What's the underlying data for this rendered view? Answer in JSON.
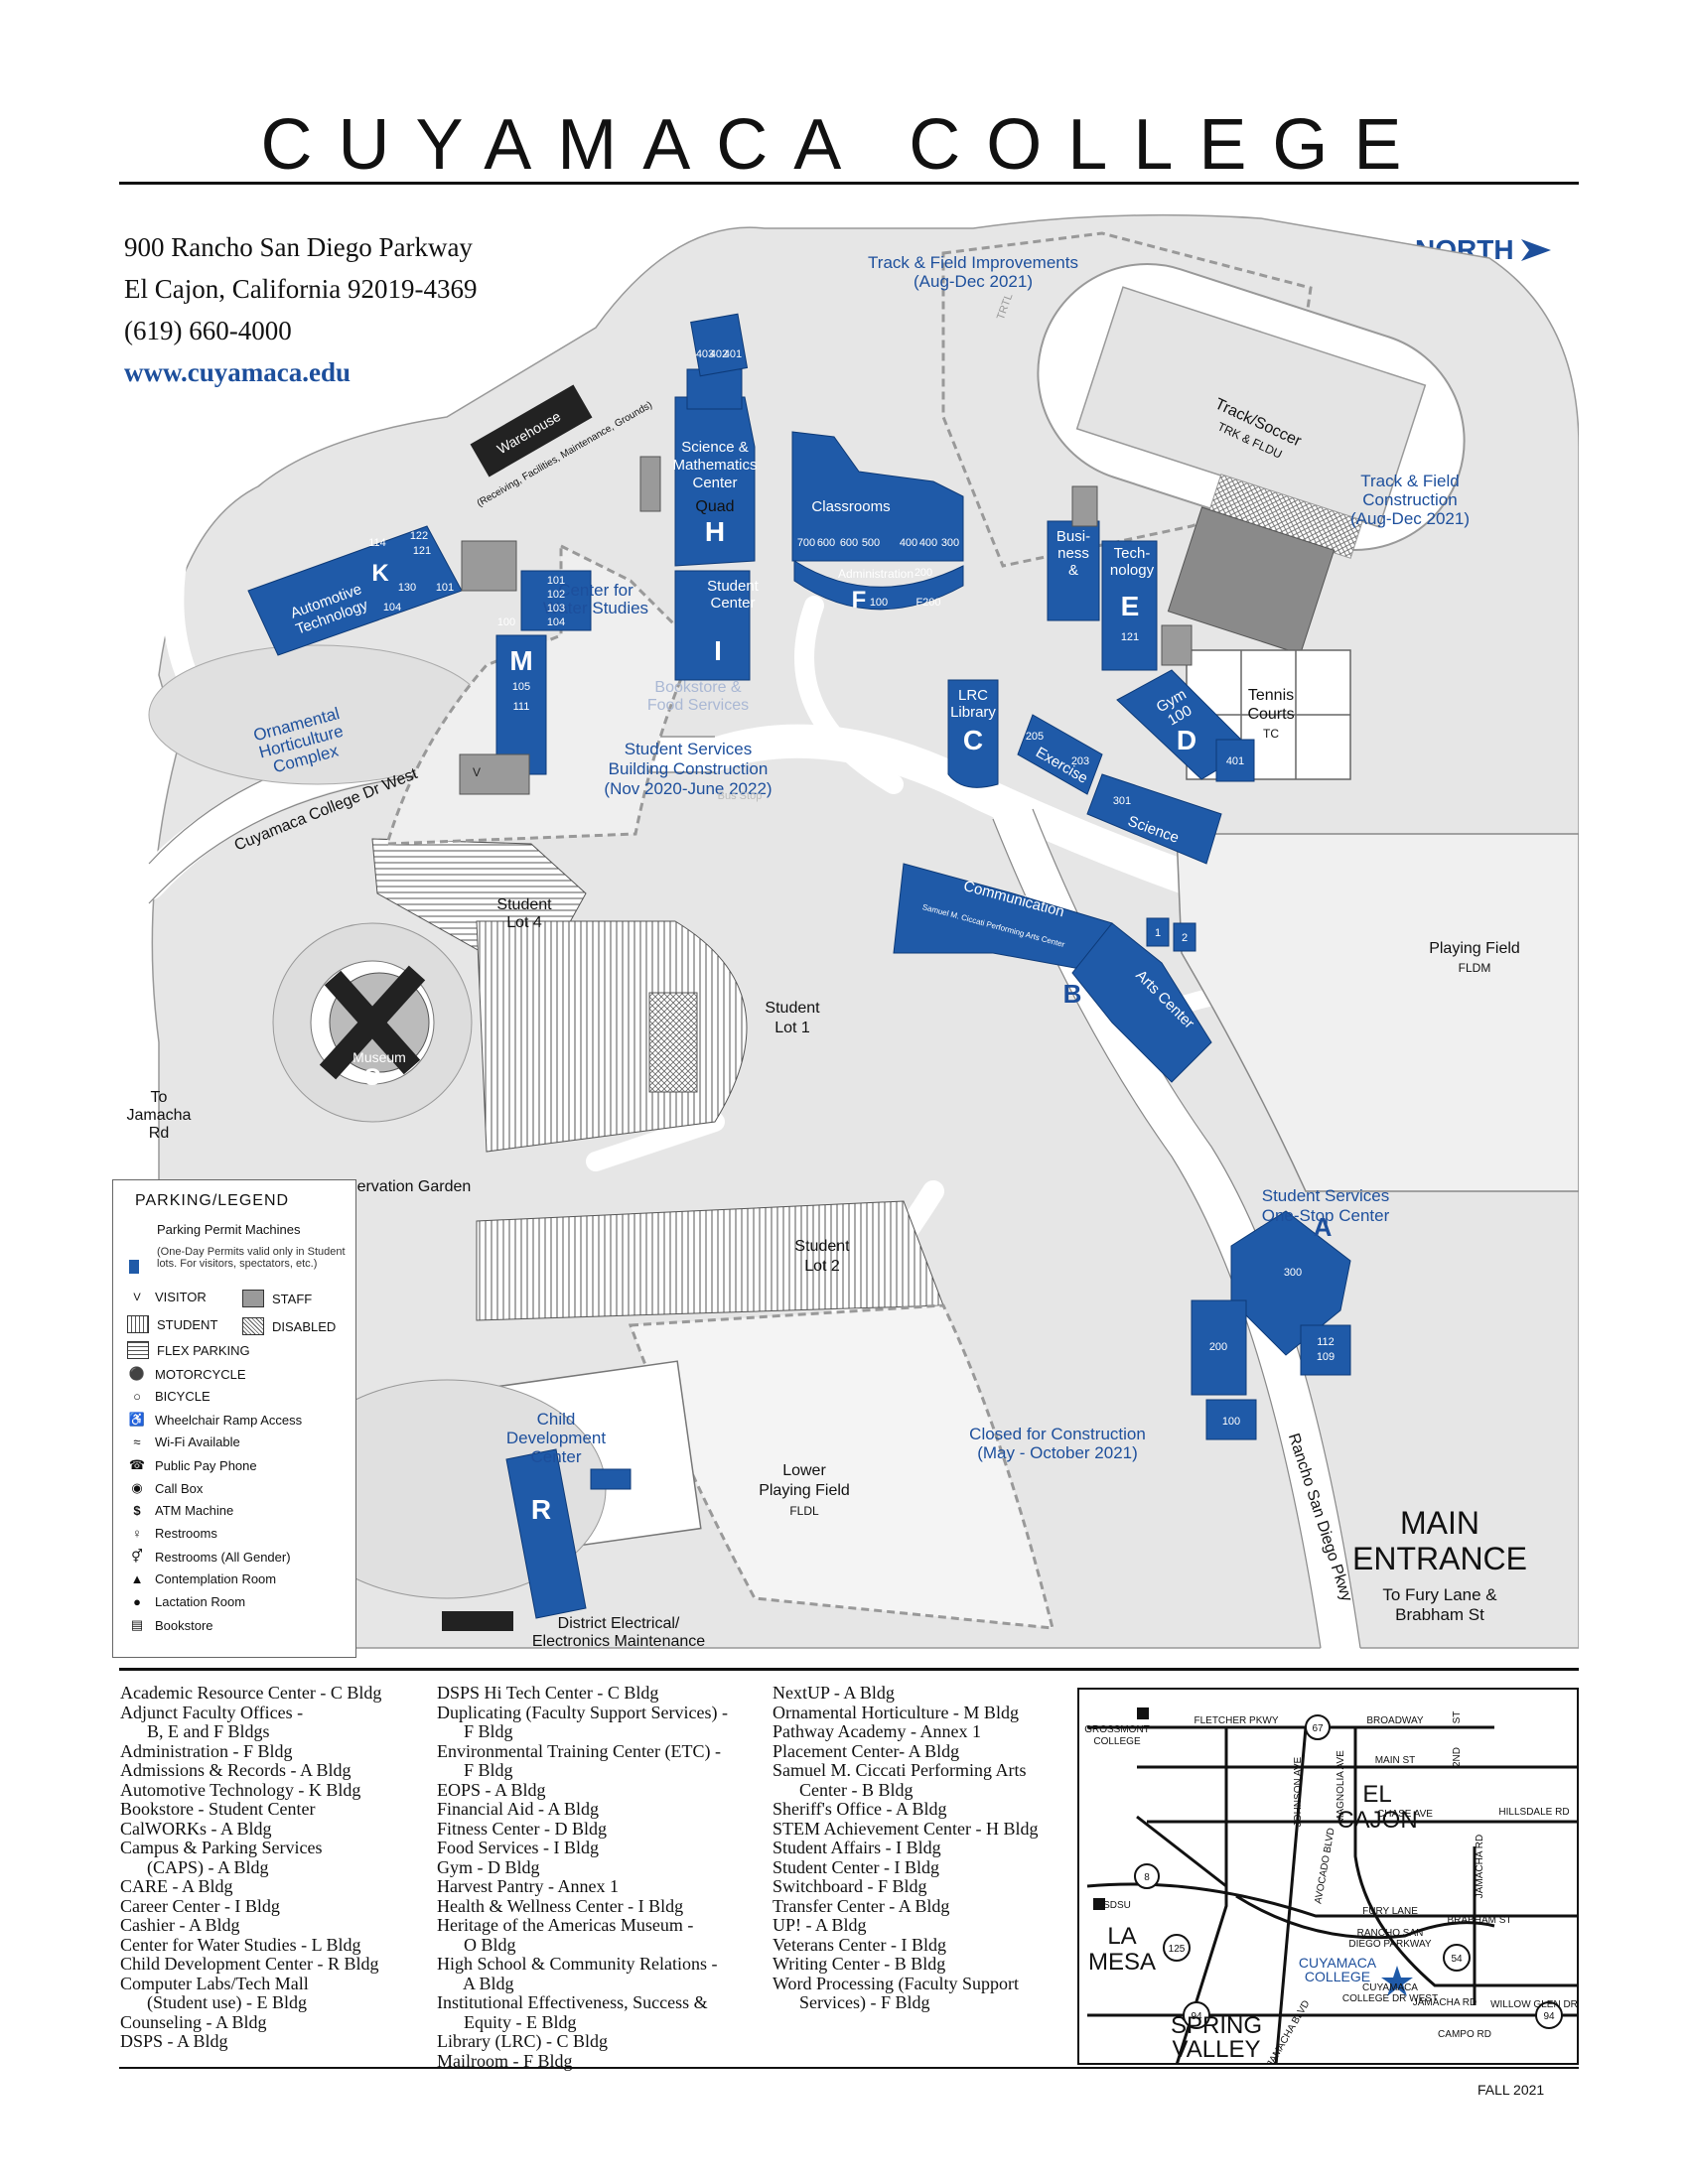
{
  "header": {
    "title": "CUYAMACA COLLEGE"
  },
  "address": {
    "line1": "900 Rancho San Diego Parkway",
    "line2": "El Cajon, California  92019-4369",
    "phone": "(619) 660-4000",
    "web": "www.cuyamaca.edu"
  },
  "north": "NORTH",
  "map_labels": {
    "track_improvements": [
      "Track & Field Improvements",
      "(Aug-Dec 2021)"
    ],
    "track_soccer": [
      "Track/Soccer",
      "TRK & FLDU"
    ],
    "track_construction": [
      "Track & Field",
      "Construction",
      "(Aug-Dec 2021)"
    ],
    "warehouse": "Warehouse",
    "warehouse_sub": "(Receiving, Facilities, Maintenance, Grounds)",
    "science_math": [
      "Science &",
      "Mathematics",
      "Center"
    ],
    "classrooms": "Classrooms",
    "administration": "Administration",
    "quad": "Quad",
    "business": [
      "Busi-",
      "ness",
      "&"
    ],
    "technology": [
      "Tech-",
      "nology"
    ],
    "automotive": [
      "Automotive",
      "Technology"
    ],
    "water_studies": [
      "Center for",
      "Water Studies"
    ],
    "student_center": [
      "Student",
      "Center"
    ],
    "bookstore": [
      "Bookstore &",
      "Food Services"
    ],
    "ssb_construction": [
      "Student Services",
      "Building Construction",
      "(Nov 2020-June 2022)"
    ],
    "lrc": [
      "LRC",
      "Library"
    ],
    "gym": [
      "Gym",
      "100"
    ],
    "exercise": "Exercise",
    "science": "Science",
    "tennis": [
      "Tennis",
      "Courts",
      "TC"
    ],
    "horticulture": [
      "Ornamental",
      "Horticulture",
      "Complex"
    ],
    "cuyamaca_dr": "Cuyamaca College Dr West",
    "lot4": [
      "Student",
      "Lot 4"
    ],
    "lot1": [
      "Student",
      "Lot 1"
    ],
    "lot2": [
      "Student",
      "Lot 2"
    ],
    "communication": "Communication",
    "arts_center": "Arts Center",
    "ciccati": "Samuel M. Ciccati Performing Arts Center",
    "playing_field": [
      "Playing Field",
      "FLDM"
    ],
    "museum": "Museum",
    "to_jamacha": [
      "To",
      "Jamacha",
      "Rd"
    ],
    "water_garden": "Water Conservation Garden",
    "one_stop": [
      "Student Services",
      "One-Stop Center"
    ],
    "closed": [
      "Closed for Construction",
      "(May - October 2021)"
    ],
    "lower_field": [
      "Lower",
      "Playing Field",
      "FLDL"
    ],
    "child_dev": [
      "Child",
      "Development",
      "Center"
    ],
    "district_elec": [
      "District Electrical/",
      "Electronics Maintenance"
    ],
    "rancho_pkwy": "Rancho San Diego Pkwy",
    "main_entrance": [
      "MAIN",
      "ENTRANCE"
    ],
    "to_fury": [
      "To Fury Lane &",
      "Brabham St"
    ],
    "trtl": "TRTL",
    "bus_stop": "Bus Stop"
  },
  "building_letters": {
    "H": "H",
    "F": "F",
    "I": "I",
    "K": "K",
    "M": "M",
    "C": "C",
    "D": "D",
    "E": "E",
    "B": "B",
    "A": "A",
    "R": "R",
    "O": "O",
    "V": "V"
  },
  "room_numbers": {
    "h": [
      "403",
      "402",
      "401"
    ],
    "classrooms": [
      "700",
      "600",
      "600",
      "500",
      "400",
      "400",
      "300"
    ],
    "f": [
      "100",
      "200",
      "F200"
    ],
    "e": "121",
    "auto": [
      "114",
      "122",
      "121",
      "130",
      "101",
      "104"
    ],
    "m": [
      "101",
      "102",
      "103",
      "104",
      "100",
      "105",
      "111"
    ],
    "ex": [
      "205",
      "203"
    ],
    "sci": "301",
    "gym_annex": "401",
    "annex": [
      "1",
      "2"
    ],
    "a": [
      "300",
      "200",
      "112",
      "109",
      "100"
    ]
  },
  "legend": {
    "title": "PARKING/LEGEND",
    "permit": "Parking Permit Machines",
    "permit_note": "(One-Day Permits valid only in Student lots. For visitors, spectators, etc.)",
    "visitor": "VISITOR",
    "staff": "STAFF",
    "student": "STUDENT",
    "disabled": "DISABLED",
    "flex": "FLEX PARKING",
    "items": [
      "MOTORCYCLE",
      "BICYCLE",
      "Wheelchair Ramp Access",
      "Wi-Fi Available",
      "Public Pay Phone",
      "Call Box",
      "ATM Machine",
      "Restrooms",
      "Restrooms (All Gender)",
      "Contemplation Room",
      "Lactation Room",
      "Bookstore"
    ]
  },
  "index": {
    "col1": [
      "Academic Resource Center - C Bldg",
      "Adjunct Faculty Offices -",
      "      B, E and F Bldgs",
      "Administration - F Bldg",
      "Admissions & Records - A Bldg",
      "Automotive Technology - K Bldg",
      "Bookstore - Student Center",
      "CalWORKs - A Bldg",
      "Campus & Parking Services",
      "      (CAPS) - A Bldg",
      "CARE - A Bldg",
      "Career Center - I Bldg",
      "Cashier - A Bldg",
      "Center for Water Studies - L Bldg",
      "Child Development Center - R Bldg",
      "Computer Labs/Tech Mall",
      "      (Student use) - E Bldg",
      "Counseling - A Bldg",
      "DSPS - A Bldg"
    ],
    "col2": [
      "DSPS Hi Tech Center - C Bldg",
      "Duplicating (Faculty Support Services) -",
      "      F Bldg",
      "Environmental Training Center (ETC) -",
      "      F Bldg",
      "EOPS - A Bldg",
      "Financial Aid - A Bldg",
      "Fitness Center - D Bldg",
      "Food Services - I Bldg",
      "Gym - D Bldg",
      "Harvest Pantry - Annex 1",
      "Health & Wellness Center - I Bldg",
      "Heritage of the Americas Museum -",
      "      O Bldg",
      "High School & Community Relations -",
      "      A Bldg",
      "Institutional Effectiveness, Success &",
      "      Equity - E Bldg",
      "Library (LRC) - C Bldg",
      "Mailroom - F Bldg"
    ],
    "col3": [
      "NextUP - A Bldg",
      "Ornamental Horticulture - M Bldg",
      "Pathway Academy - Annex 1",
      "Placement Center- A Bldg",
      "Samuel M. Ciccati Performing Arts",
      "      Center - B Bldg",
      "Sheriff's Office - A Bldg",
      "STEM Achievement Center - H Bldg",
      "Student Affairs - I Bldg",
      "Student Center - I Bldg",
      "Switchboard - F Bldg",
      "Transfer Center - A Bldg",
      "UP! - A Bldg",
      "Veterans Center - I Bldg",
      "Writing Center - B Bldg",
      "Word Processing (Faculty Support",
      "      Services) - F Bldg"
    ]
  },
  "inset": {
    "grossmont": [
      "GROSSMONT",
      "COLLEGE"
    ],
    "fletcher": "FLETCHER PKWY",
    "broadway": "BROADWAY",
    "main_st": "MAIN ST",
    "second": "2ND",
    "st": "ST",
    "johnson": "JOHNSON AVE",
    "magnolia": "MAGNOLIA AVE",
    "el_cajon": [
      "EL",
      "CAJON"
    ],
    "chase": "CHASE AVE",
    "hillsdale": "HILLSDALE RD",
    "sdsu": "SDSU",
    "la_mesa": [
      "LA",
      "MESA"
    ],
    "fury": "FURY LANE",
    "avocado": "AVOCADO BLVD",
    "jamacha": "JAMACHA RD",
    "rancho": [
      "RANCHO SAN",
      "DIEGO PARKWAY"
    ],
    "brabham": "BRABHAM ST",
    "cuyamaca": [
      "CUYAMACA",
      "COLLEGE"
    ],
    "cdw": [
      "CUYAMACA",
      "COLLEGE DR WEST"
    ],
    "willow": "WILLOW GLEN DR",
    "campo": "CAMPO RD",
    "spring": [
      "SPRING",
      "VALLEY"
    ],
    "jamacha_blvd": "JAMACHA BLVD",
    "hw67": "67",
    "hw8": "8",
    "hw125": "125",
    "hw94": "94",
    "hw54": "54",
    "hw94b": "94"
  },
  "footer": "FALL 2021",
  "colors": {
    "blue": "#1f5aa8",
    "text_blue": "#1d4f9c",
    "road": "#ffffff",
    "ground": "#e8e8e8",
    "dark": "#2a2a2a"
  }
}
